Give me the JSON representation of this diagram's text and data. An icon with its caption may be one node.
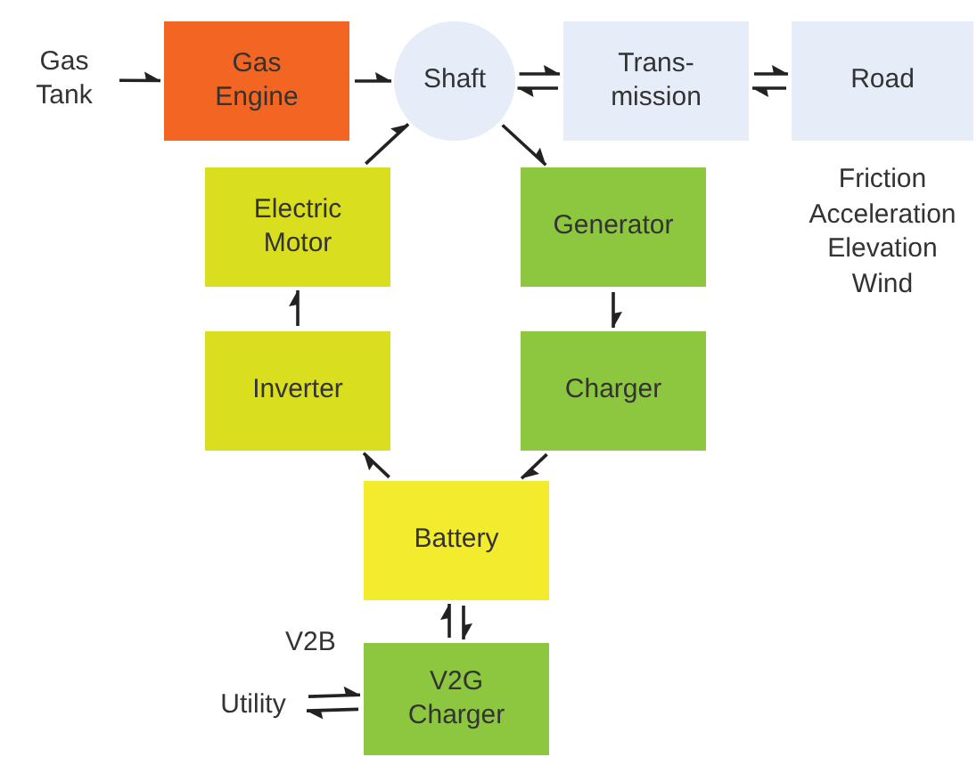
{
  "diagram": {
    "nodes": [
      {
        "text": [
          "Gas Tank"
        ]
      },
      {
        "text": [
          "Gas Engine"
        ]
      },
      {
        "text": [
          "Shaft"
        ]
      },
      {
        "text": [
          "Trans- mission"
        ]
      },
      {
        "text": [
          "Road"
        ],
        "beside": [
          "Friction",
          "Acceleration",
          "Elevation",
          "Wind"
        ]
      },
      {
        "text": [
          "Electric Motor"
        ]
      },
      {
        "text": [
          "Generator"
        ]
      },
      {
        "text": [
          "Inverter"
        ]
      },
      {
        "text": [
          "Charger"
        ]
      },
      {
        "text": [
          "Battery"
        ]
      },
      {
        "text": [
          "V2G Charger"
        ]
      },
      {
        "text": [
          "Utility"
        ]
      }
    ],
    "edges": [
      {
        "from": 0,
        "to": 1,
        "arrow": "to"
      },
      {
        "from": 1,
        "to": 2,
        "arrow": "to"
      },
      {
        "from": 2,
        "to": 3,
        "arrow": "to"
      },
      {
        "from": 3,
        "to": 2,
        "arrow": "to"
      },
      {
        "from": 3,
        "to": 4,
        "arrow": "to"
      },
      {
        "from": 4,
        "to": 3,
        "arrow": "to"
      },
      {
        "from": 5,
        "to": 2,
        "arrow": "to"
      },
      {
        "from": 2,
        "to": 6,
        "arrow": "to"
      },
      {
        "from": 7,
        "to": 5,
        "arrow": "to"
      },
      {
        "from": 6,
        "to": 8,
        "arrow": "to"
      },
      {
        "from": 9,
        "to": 7,
        "arrow": "to"
      },
      {
        "from": 8,
        "to": 9,
        "arrow": "to"
      },
      {
        "from": 9,
        "to": 10,
        "arrow": "to"
      },
      {
        "from": 10,
        "to": 9,
        "arrow": "to"
      },
      {
        "from": 11,
        "to": 10,
        "arrow": "to"
      },
      {
        "from": 10,
        "to": 11,
        "arrow": "to"
      }
    ],
    "labels": [
      "V2B"
    ]
  }
}
